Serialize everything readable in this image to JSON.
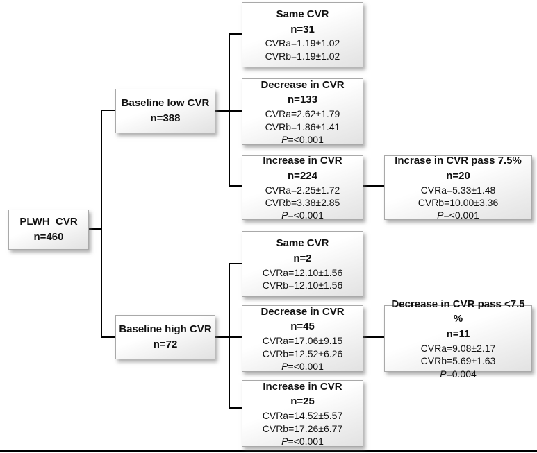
{
  "figure": {
    "background": "#ffffff",
    "line_color": "#000000",
    "box_border_color": "#a9a9a9",
    "box_fill_top": "#ffffff",
    "box_fill_bottom": "#e2e2e2",
    "p_label": "P"
  },
  "nodes": {
    "root": {
      "title": "PLWH  CVR",
      "n": "n=460"
    },
    "baseline_low": {
      "title": "Baseline low CVR",
      "n": "n=388"
    },
    "baseline_high": {
      "title": "Baseline high CVR",
      "n": "n=72"
    },
    "low_same": {
      "title": "Same CVR",
      "n": "n=31",
      "cvra": "CVRa=1.19±1.02",
      "cvrb": "CVRb=1.19±1.02"
    },
    "low_decrease": {
      "title": "Decrease in CVR",
      "n": "n=133",
      "cvra": "CVRa=2.62±1.79",
      "cvrb": "CVRb=1.86±1.41",
      "p": "=<0.001"
    },
    "low_increase": {
      "title": "Increase in CVR",
      "n": "n=224",
      "cvra": "CVRa=2.25±1.72",
      "cvrb": "CVRb=3.38±2.85",
      "p": "=<0.001"
    },
    "low_increase_pass": {
      "title": "Incrase in CVR pass 7.5%",
      "n": "n=20",
      "cvra": "CVRa=5.33±1.48",
      "cvrb": "CVRb=10.00±3.36",
      "p": "=<0.001"
    },
    "high_same": {
      "title": "Same CVR",
      "n": "n=2",
      "cvra": "CVRa=12.10±1.56",
      "cvrb": "CVRb=12.10±1.56"
    },
    "high_decrease": {
      "title": "Decrease in CVR",
      "n": "n=45",
      "cvra": "CVRa=17.06±9.15",
      "cvrb": "CVRb=12.52±6.26",
      "p": "=<0.001"
    },
    "high_decrease_pass": {
      "title": "Decrease in CVR pass <7.5 %",
      "n": "n=11",
      "cvra": "CVRa=9.08±2.17",
      "cvrb": "CVRb=5.69±1.63",
      "p": "=0.004"
    },
    "high_increase": {
      "title": "Increase in CVR",
      "n": "n=25",
      "cvra": "CVRa=14.52±5.57",
      "cvrb": "CVRb=17.26±6.77",
      "p": "=<0.001"
    }
  }
}
